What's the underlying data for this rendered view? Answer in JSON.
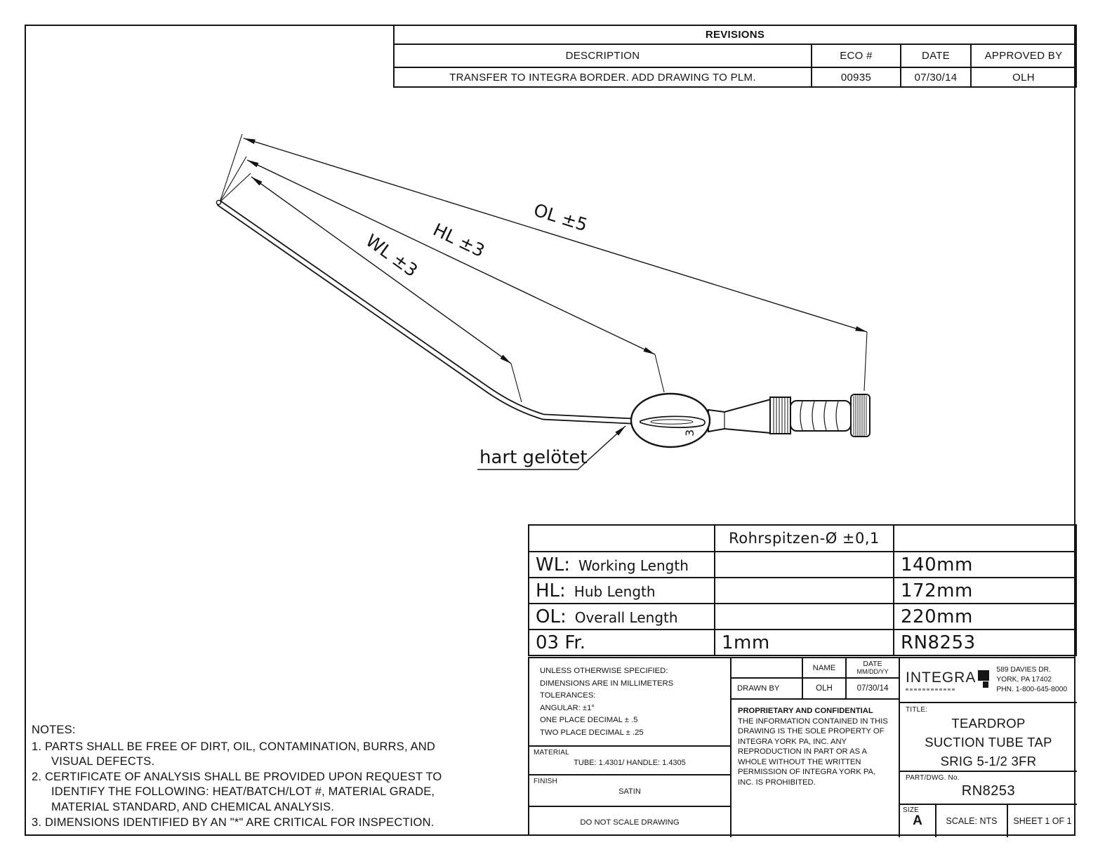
{
  "revisions": {
    "title": "REVISIONS",
    "headers": [
      "DESCRIPTION",
      "ECO #",
      "DATE",
      "APPROVED BY"
    ],
    "row": {
      "description": "TRANSFER TO INTEGRA BORDER. ADD DRAWING TO PLM.",
      "eco": "00935",
      "date": "07/30/14",
      "approved": "OLH"
    }
  },
  "drawing": {
    "dim_wl": "WL ±3",
    "dim_hl": "HL ±3",
    "dim_ol": "OL ±5",
    "solder_note": "hart gelötet",
    "hub_mark": "3"
  },
  "dim_table": {
    "col2_header": "Rohrspitzen-Ø ±0,1",
    "rows": [
      {
        "abbr": "WL:",
        "name": "Working Length",
        "mid": "",
        "value": "140mm"
      },
      {
        "abbr": "HL:",
        "name": "Hub Length",
        "mid": "",
        "value": "172mm"
      },
      {
        "abbr": "OL:",
        "name": "Overall Length",
        "mid": "",
        "value": "220mm"
      },
      {
        "abbr": "03 Fr.",
        "name": "",
        "mid": "1mm",
        "value": "RN8253"
      }
    ]
  },
  "title_block": {
    "spec_lines": [
      "UNLESS OTHERWISE SPECIFIED:",
      "DIMENSIONS ARE IN MILLIMETERS",
      "TOLERANCES:",
      "ANGULAR: ±1°",
      "ONE PLACE DECIMAL ± .5",
      "TWO PLACE DECIMAL ± .25"
    ],
    "material_label": "MATERIAL",
    "material_value": "TUBE: 1.4301/ HANDLE: 1.4305",
    "finish_label": "FINISH",
    "finish_value": "SATIN",
    "do_not_scale": "DO NOT SCALE DRAWING",
    "name_header": "NAME",
    "date_header_line1": "DATE",
    "date_header_line2": "MM/DD/YY",
    "drawn_by_label": "DRAWN BY",
    "drawn_by_name": "OLH",
    "drawn_by_date": "07/30/14",
    "proprietary_title": "PROPRIETARY AND CONFIDENTIAL",
    "proprietary_body": "THE INFORMATION CONTAINED IN THIS DRAWING IS THE SOLE PROPERTY OF INTEGRA YORK PA, INC.  ANY REPRODUCTION IN PART OR AS A WHOLE WITHOUT THE WRITTEN PERMISSION OF INTEGRA YORK PA, INC. IS PROHIBITED.",
    "logo_text": "INTEGRA",
    "address_lines": [
      "589 DAVIES DR.",
      "YORK, PA 17402",
      "PHN. 1-800-645-8000"
    ],
    "title_label": "TITLE:",
    "title_lines": [
      "TEARDROP",
      "SUCTION TUBE TAP",
      "SRIG 5-1/2 3FR"
    ],
    "part_label": "PART/DWG. No.",
    "part_value": "RN8253",
    "size_label": "SIZE",
    "size_value": "A",
    "scale_text": "SCALE: NTS",
    "sheet_text": "SHEET 1 OF 1"
  },
  "notes": {
    "heading": "NOTES:",
    "items": [
      "1.  PARTS SHALL BE FREE OF DIRT, OIL, CONTAMINATION, BURRS, AND VISUAL DEFECTS.",
      "2.  CERTIFICATE OF ANALYSIS SHALL BE PROVIDED UPON REQUEST TO IDENTIFY THE FOLLOWING: HEAT/BATCH/LOT #, MATERIAL GRADE, MATERIAL STANDARD, AND CHEMICAL ANALYSIS.",
      "3.  DIMENSIONS IDENTIFIED BY AN \"*\" ARE CRITICAL FOR INSPECTION."
    ]
  }
}
